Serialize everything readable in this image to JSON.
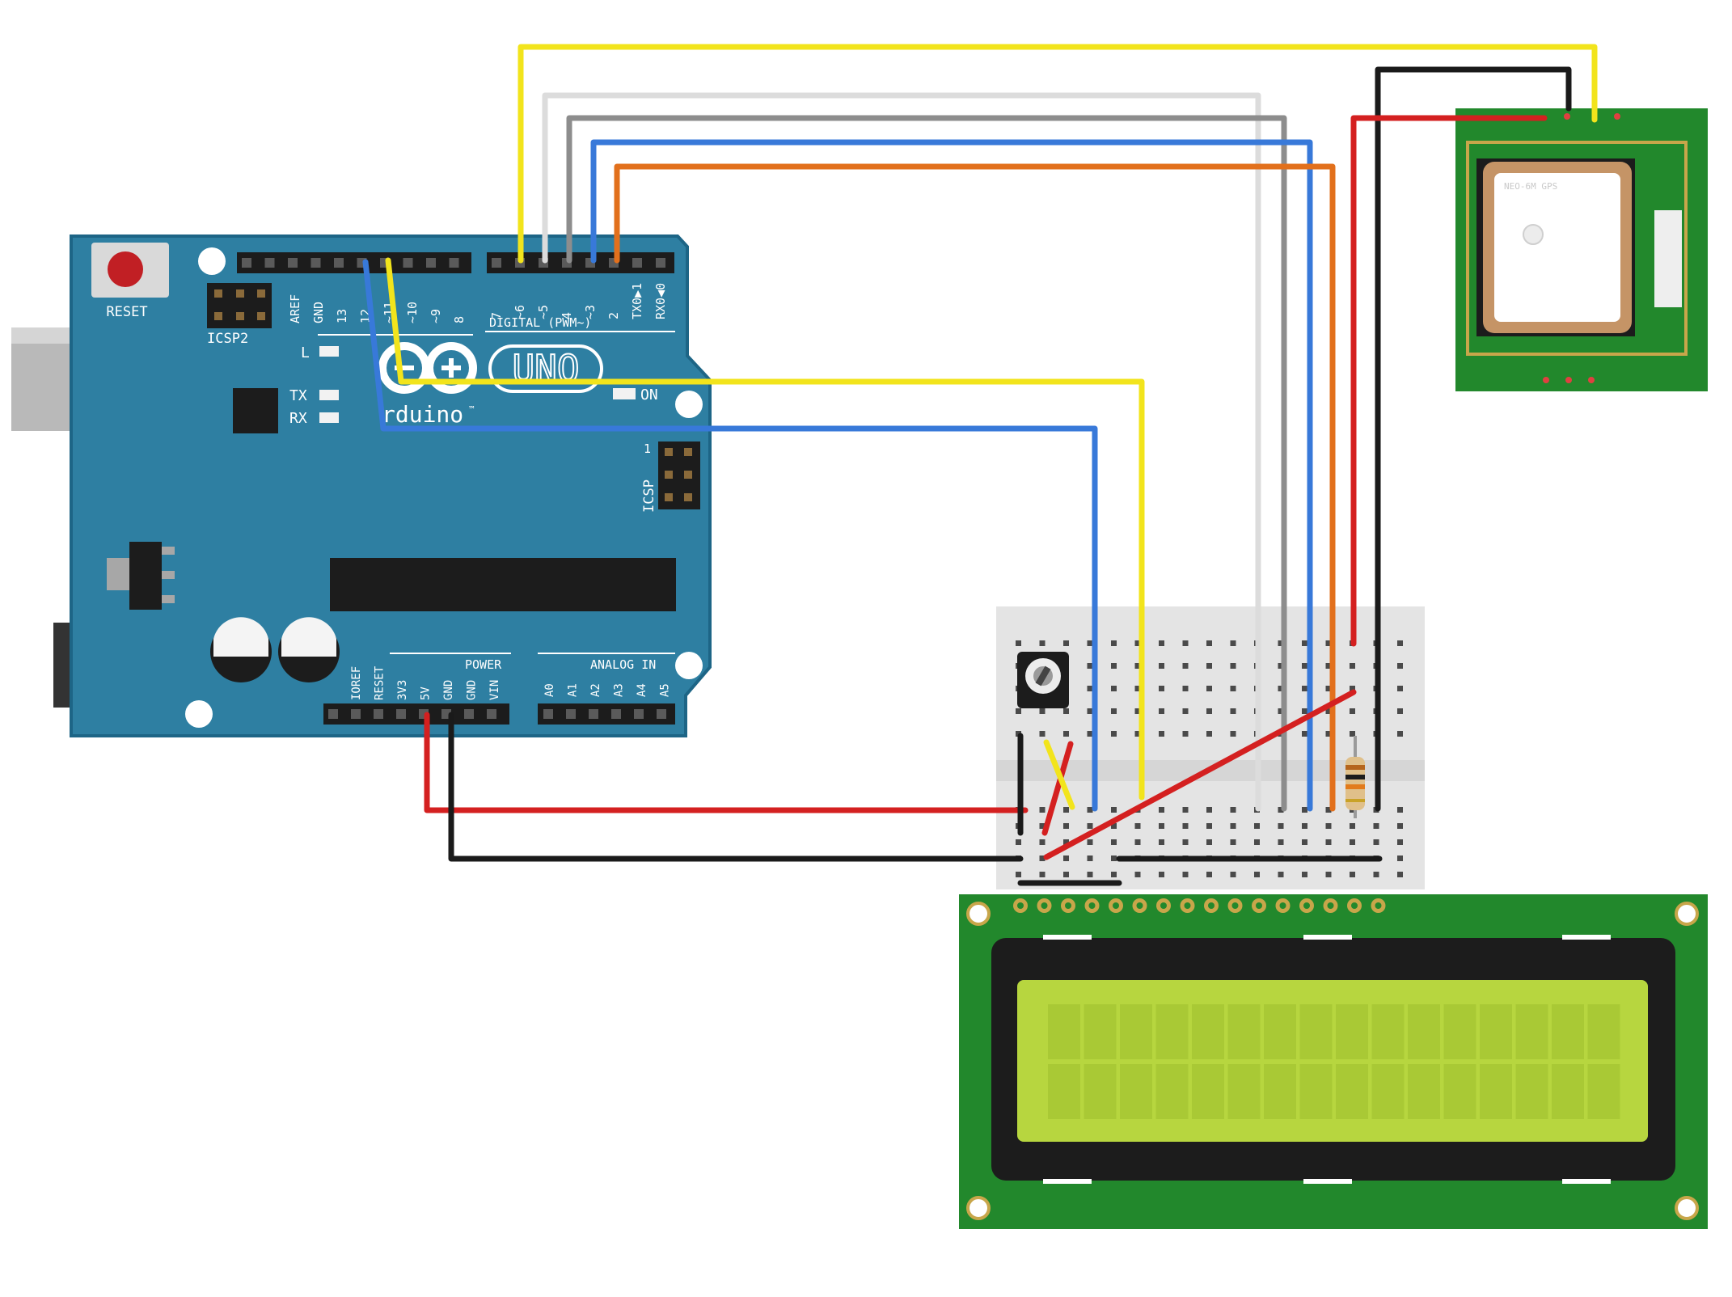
{
  "arduino": {
    "reset_label": "RESET",
    "icsp2_label": "ICSP2",
    "icsp_label": "ICSP",
    "icsp_pin1": "1",
    "digital_label": "DIGITAL (PWM~)",
    "pin_labels_left": [
      "AREF",
      "GND",
      "13",
      "12",
      "~11",
      "~10",
      "~9",
      "8"
    ],
    "pin_labels_right": [
      "7",
      "~6",
      "~5",
      "4",
      "~3",
      "2",
      "TX0▶1",
      "RX0◀0"
    ],
    "l_label": "L",
    "tx_label": "TX",
    "rx_label": "RX",
    "on_label": "ON",
    "uno_label": "UNO",
    "brand_label": "rduino",
    "tm_label": "™",
    "power_label": "POWER",
    "power_pins": [
      "IOREF",
      "RESET",
      "3V3",
      "5V",
      "GND",
      "GND",
      "VIN"
    ],
    "analog_label": "ANALOG IN",
    "analog_pins": [
      "A0",
      "A1",
      "A2",
      "A3",
      "A4",
      "A5"
    ]
  },
  "gps": {
    "label": "NEO-6M GPS"
  },
  "colors": {
    "board": "#2E7FA2",
    "board_dark": "#1d5f7d",
    "green_pcb": "#22882c",
    "lcd_screen": "#b7d63f",
    "wire_yellow": "#f2e41c",
    "wire_white": "#dcdcdc",
    "wire_gray": "#8d8d8d",
    "wire_blue": "#3879d9",
    "wire_orange": "#e2701c",
    "wire_red": "#d42020",
    "wire_black": "#1a1a1a"
  }
}
